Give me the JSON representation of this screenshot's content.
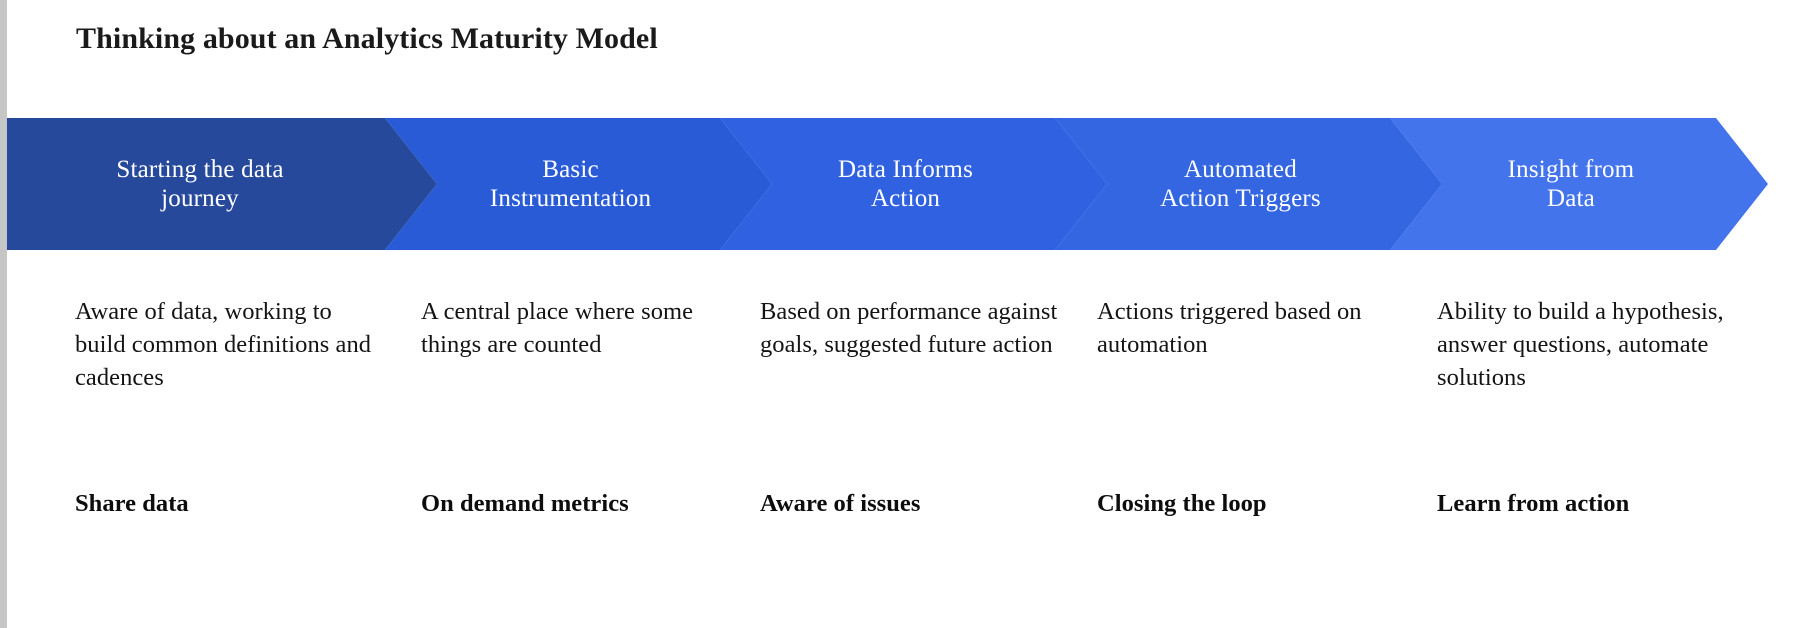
{
  "title": "Thinking about an Analytics Maturity Model",
  "colors": {
    "stage_1": "#27499B",
    "stage_2": "#2A5BD7",
    "stage_3": "#2F61E0",
    "stage_4": "#3366E0",
    "stage_5": "#4374EC",
    "title_text": "#1a1a1a",
    "body_text": "#141414",
    "chevron_text": "#ffffff",
    "background": "#ffffff",
    "left_gutter": "#c6c6c6"
  },
  "stages": [
    {
      "index": 1,
      "chevron_label": "Starting the data\njourney",
      "description": "Aware of data, working to build common definitions and cadences",
      "tag": "Share data",
      "color": "#27499B"
    },
    {
      "index": 2,
      "chevron_label": "Basic\nInstrumentation",
      "description": "A central place where some things are counted",
      "tag": "On demand metrics",
      "color": "#2A5BD7"
    },
    {
      "index": 3,
      "chevron_label": "Data Informs\nAction",
      "description": "Based on performance against goals, suggested future action",
      "tag": "Aware of issues",
      "color": "#2F61E0"
    },
    {
      "index": 4,
      "chevron_label": "Automated\nAction Triggers",
      "description": "Actions triggered based on automation",
      "tag": "Closing the loop",
      "color": "#3366E0"
    },
    {
      "index": 5,
      "chevron_label": "Insight from\nData",
      "description": "Ability to build a hypothesis, answer questions, automate solutions",
      "tag": "Learn from action",
      "color": "#4374EC"
    }
  ]
}
